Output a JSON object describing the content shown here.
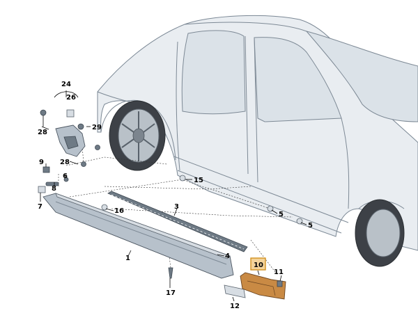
{
  "callouts": {
    "c24": "24",
    "c26": "26",
    "c28a": "28",
    "c29": "29",
    "c28b": "28",
    "c9": "9",
    "c8": "8",
    "c6": "6",
    "c7": "7",
    "c15": "15",
    "c3": "3",
    "c16": "16",
    "c1": "1",
    "c4": "4",
    "c5a": "5",
    "c5b": "5",
    "c17": "17",
    "c10": "10",
    "c11": "11",
    "c12": "12"
  },
  "colors": {
    "highlight": "#d08b14",
    "car": "#e9edf1",
    "parts": "#b7c1cb"
  }
}
